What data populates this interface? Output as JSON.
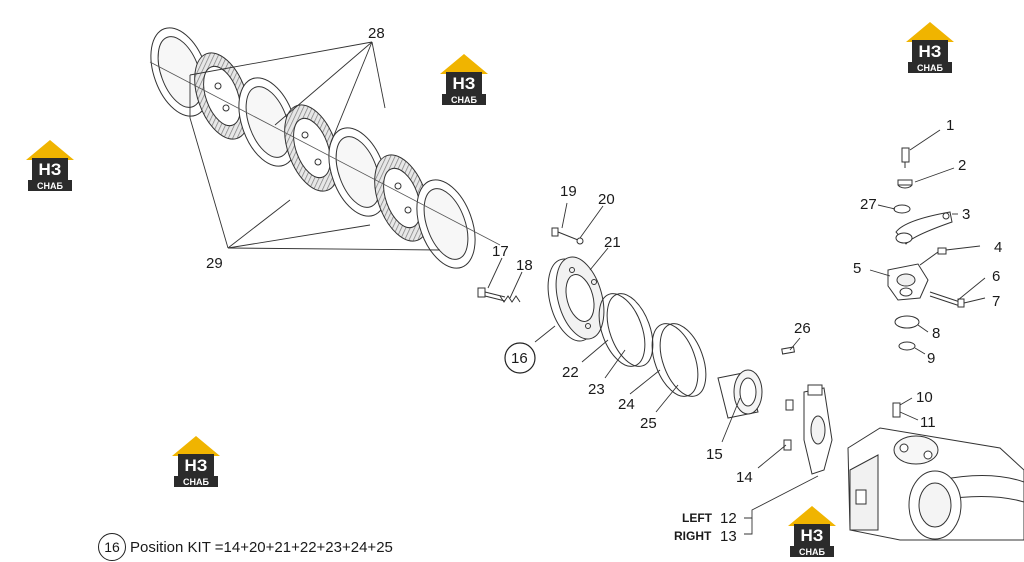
{
  "callouts": {
    "c1": "1",
    "c2": "2",
    "c3": "3",
    "c4": "4",
    "c5": "5",
    "c6": "6",
    "c7": "7",
    "c8": "8",
    "c9": "9",
    "c10": "10",
    "c11": "11",
    "c12": "12",
    "c13": "13",
    "c14": "14",
    "c15": "15",
    "c16": "16",
    "c17": "17",
    "c18": "18",
    "c19": "19",
    "c20": "20",
    "c21": "21",
    "c22": "22",
    "c23": "23",
    "c24": "24",
    "c25": "25",
    "c26": "26",
    "c27": "27",
    "c28": "28",
    "c29": "29"
  },
  "variants": {
    "left": "LEFT",
    "right": "RIGHT"
  },
  "note": {
    "number": "16",
    "text": "Position KIT =14+20+21+22+23+24+25"
  },
  "watermark": {
    "letters": "НЗ",
    "caption": "СНАБ",
    "colors": {
      "roof": "#f0b400",
      "block": "#2b2b2b",
      "text": "#ffffff"
    }
  },
  "colors": {
    "line": "#333333",
    "hatch": "#8a8a8a"
  }
}
